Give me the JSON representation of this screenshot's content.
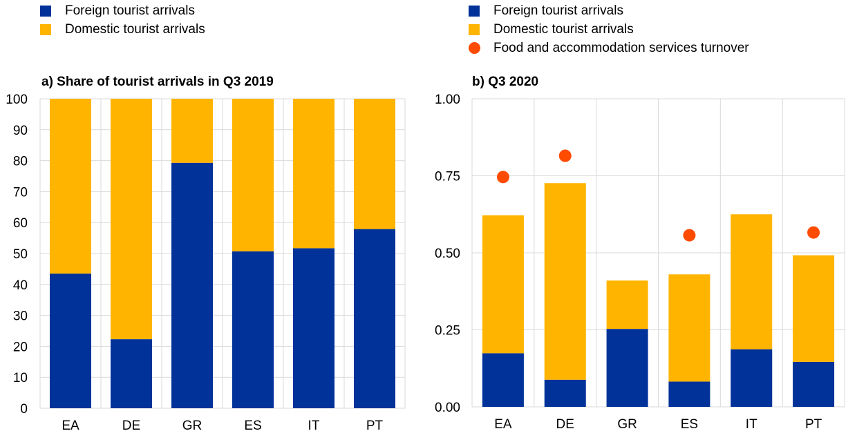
{
  "colors": {
    "foreign": "#003299",
    "domestic": "#ffb400",
    "turnover": "#ff4b00",
    "grid": "#d9d9d9"
  },
  "chart_data": [
    {
      "type": "bar",
      "stacked": true,
      "title": "a) Share of tourist arrivals in Q3 2019",
      "categories": [
        "EA",
        "DE",
        "GR",
        "ES",
        "IT",
        "PT"
      ],
      "series": [
        {
          "name": "Foreign tourist arrivals",
          "values": [
            43.5,
            22.3,
            79.3,
            50.7,
            51.7,
            57.9
          ]
        },
        {
          "name": "Domestic tourist arrivals",
          "values": [
            56.5,
            77.7,
            20.7,
            49.3,
            48.3,
            42.1
          ]
        }
      ],
      "ylim": [
        0,
        100
      ],
      "yticks": [
        "0",
        "10",
        "20",
        "30",
        "40",
        "50",
        "60",
        "70",
        "80",
        "90",
        "100"
      ],
      "legend": [
        "Foreign tourist arrivals",
        "Domestic tourist arrivals"
      ],
      "grid": true
    },
    {
      "type": "bar",
      "stacked": true,
      "title": "b) Q3 2020",
      "categories": [
        "EA",
        "DE",
        "GR",
        "ES",
        "IT",
        "PT"
      ],
      "series": [
        {
          "name": "Foreign tourist arrivals",
          "values": [
            0.174,
            0.088,
            0.253,
            0.082,
            0.187,
            0.146
          ]
        },
        {
          "name": "Domestic tourist arrivals",
          "values": [
            0.448,
            0.638,
            0.157,
            0.348,
            0.438,
            0.346
          ]
        }
      ],
      "points": {
        "name": "Food and accommodation services turnover",
        "values": [
          0.746,
          0.815,
          null,
          0.557,
          null,
          0.566
        ]
      },
      "ylim": [
        0,
        1
      ],
      "yticks": [
        "0.00",
        "0.25",
        "0.50",
        "0.75",
        "1.00"
      ],
      "legend": [
        "Foreign tourist arrivals",
        "Domestic tourist arrivals",
        "Food and accommodation services turnover"
      ],
      "grid": true
    }
  ]
}
